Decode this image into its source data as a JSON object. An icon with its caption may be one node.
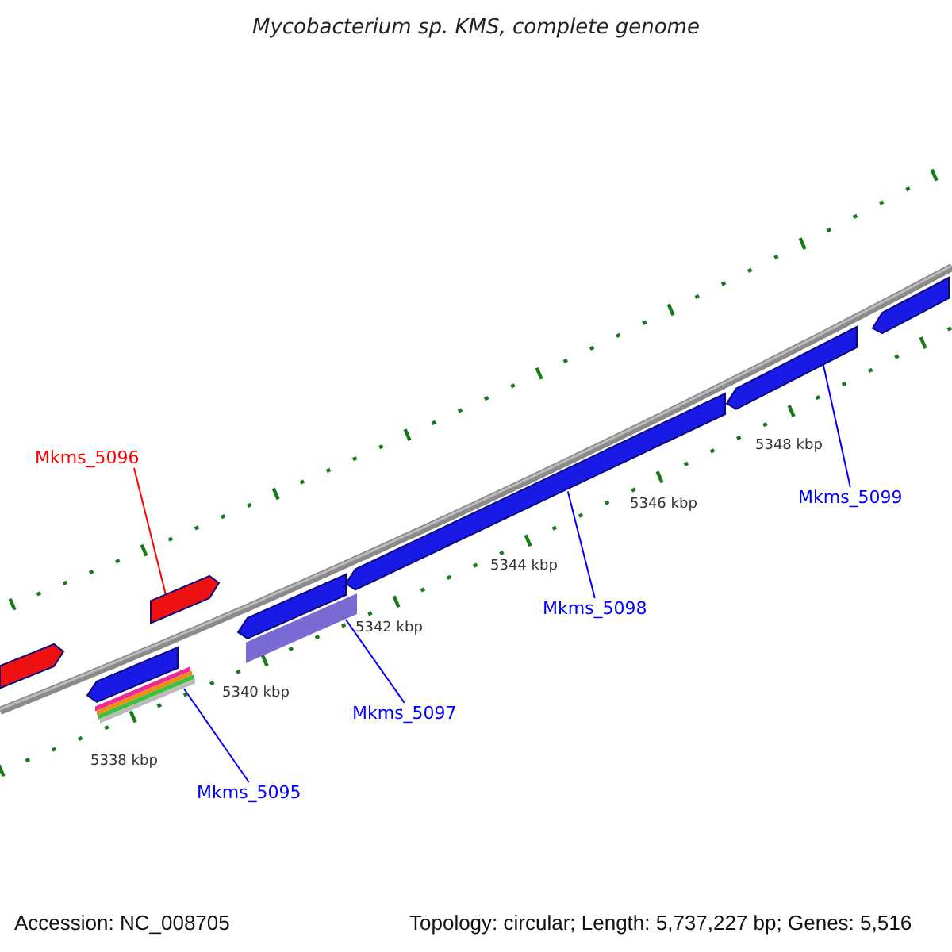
{
  "diagram": {
    "title": "Mycobacterium sp. KMS, complete genome",
    "nodes": [
      {
        "text": [
          "Mkms_5096"
        ]
      },
      {
        "text": [],
        "shape": "arrow"
      },
      {
        "text": [
          "Mkms_5095"
        ]
      },
      {
        "text": [],
        "shape": "bar"
      },
      {
        "text": [
          "Mkms_5097"
        ]
      },
      {
        "text": [],
        "shape": "bar"
      },
      {
        "text": [
          "Mkms_5098"
        ]
      },
      {
        "text": [],
        "shape": "arrow"
      },
      {
        "text": [
          "Mkms_5099"
        ]
      },
      {
        "text": [],
        "shape": "arrow"
      },
      {
        "text": [],
        "shape": "arrow"
      },
      {
        "text": [],
        "shape": "arrow"
      },
      {
        "text": [],
        "shape": "arrow"
      },
      {
        "text": [],
        "shape": "arrow"
      }
    ],
    "edges": [
      {
        "from": 0,
        "to": 1,
        "arrow": "none",
        "color": "#ff0000"
      },
      {
        "from": 2,
        "to": 3,
        "arrow": "none"
      },
      {
        "from": 4,
        "to": 5,
        "arrow": "none"
      },
      {
        "from": 6,
        "to": 7,
        "arrow": "none"
      },
      {
        "from": 8,
        "to": 9,
        "arrow": "none"
      }
    ],
    "labels": [
      "5348 kbp",
      "5346 kbp",
      "5344 kbp",
      "5342 kbp",
      "5340 kbp",
      "5338 kbp",
      "Accession: NC_008705",
      "Topology: circular; Length: 5,737,227 bp; Genes: 5,516"
    ]
  }
}
